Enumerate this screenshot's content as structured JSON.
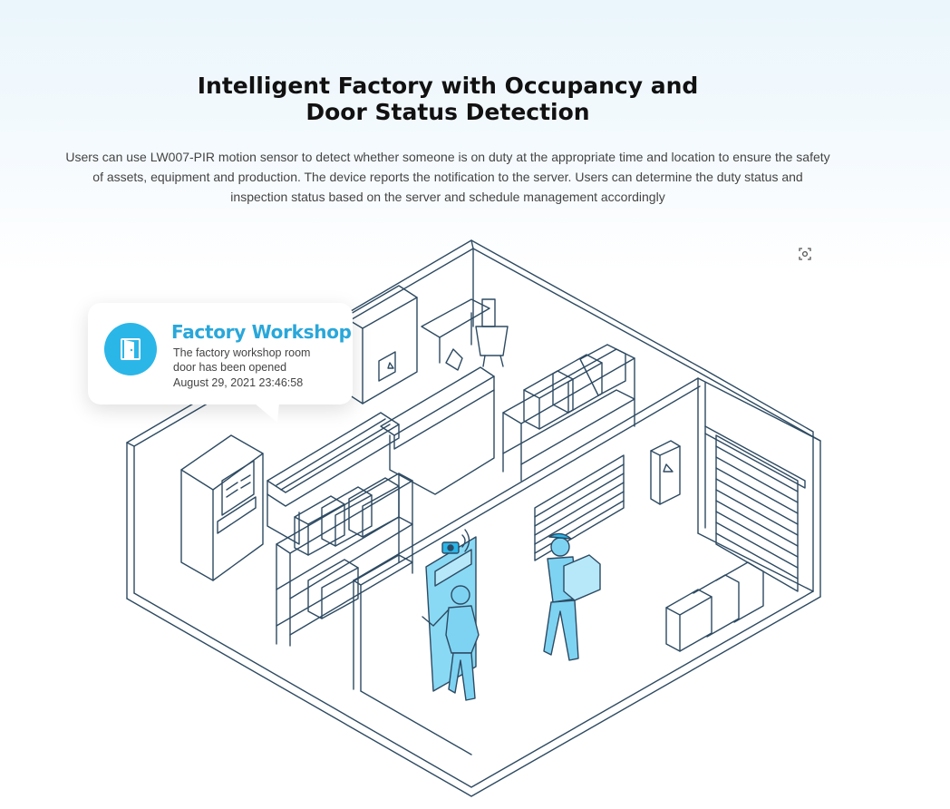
{
  "section": {
    "title_line1": "Intelligent Factory with Occupancy and",
    "title_line2": "Door Status Detection",
    "description": "Users can use LW007-PIR motion sensor to detect whether someone is on duty at the appropriate time and location to ensure the safety of assets, equipment and production. The device reports the notification to the server. Users can determine the duty status and inspection status based on the server and schedule management accordingly"
  },
  "notification": {
    "title": "Factory Workshop",
    "line1": "The factory workshop room",
    "line2": "door has been opened",
    "timestamp": "August 29, 2021 23:46:58",
    "icon": "door-icon"
  },
  "controls": {
    "expand_icon": "fullscreen-icon"
  },
  "colors": {
    "accent": "#2bb6e8",
    "title_accent": "#29a7da",
    "line_art": "#2d4a62",
    "highlight_fill": "#7fd3f2"
  }
}
